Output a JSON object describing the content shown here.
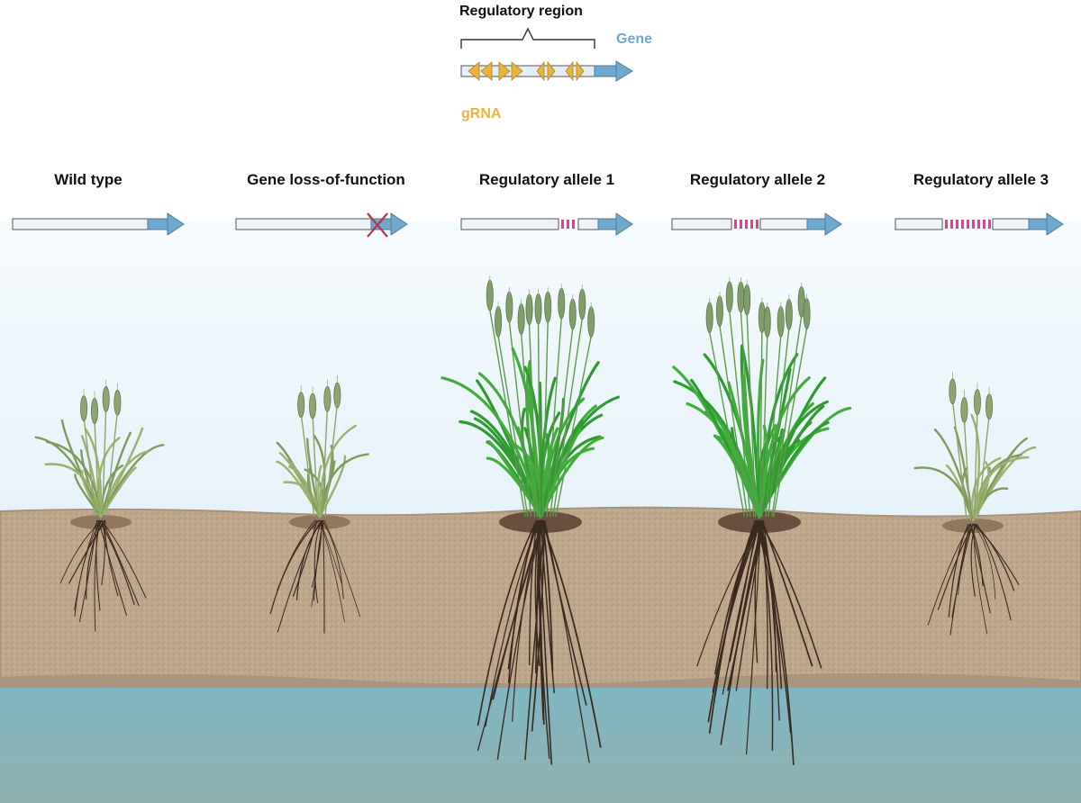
{
  "legend": {
    "regulatory_region_label": "Regulatory region",
    "gene_label": "Gene",
    "grna_label": "gRNA"
  },
  "variants": [
    {
      "label": "Wild type",
      "edit": "none",
      "plant": "small-dry"
    },
    {
      "label": "Gene loss-of-function",
      "edit": "knockout",
      "plant": "small-dry"
    },
    {
      "label": "Regulatory allele 1",
      "edit": "3 deletion marks",
      "plant": "large-green"
    },
    {
      "label": "Regulatory allele 2",
      "edit": "5 deletion marks",
      "plant": "large-green"
    },
    {
      "label": "Regulatory allele 3",
      "edit": "9 deletion marks",
      "plant": "small-dry"
    }
  ],
  "colors": {
    "gene": "#6fa8cc",
    "grna": "#e8b43c",
    "edit": "#d9468c",
    "knockout": "#c0304a",
    "sky": "#eef6fb",
    "soil": "#bca489",
    "water": "#78aeb9",
    "root": "#3a2a1e",
    "leaf_green": "#3fae3a",
    "leaf_dry": "#9cb070"
  },
  "icons": [
    "gene-arrow-icon",
    "grna-icon",
    "knockout-x-icon",
    "wheat-plant-icon",
    "root-system-icon"
  ]
}
